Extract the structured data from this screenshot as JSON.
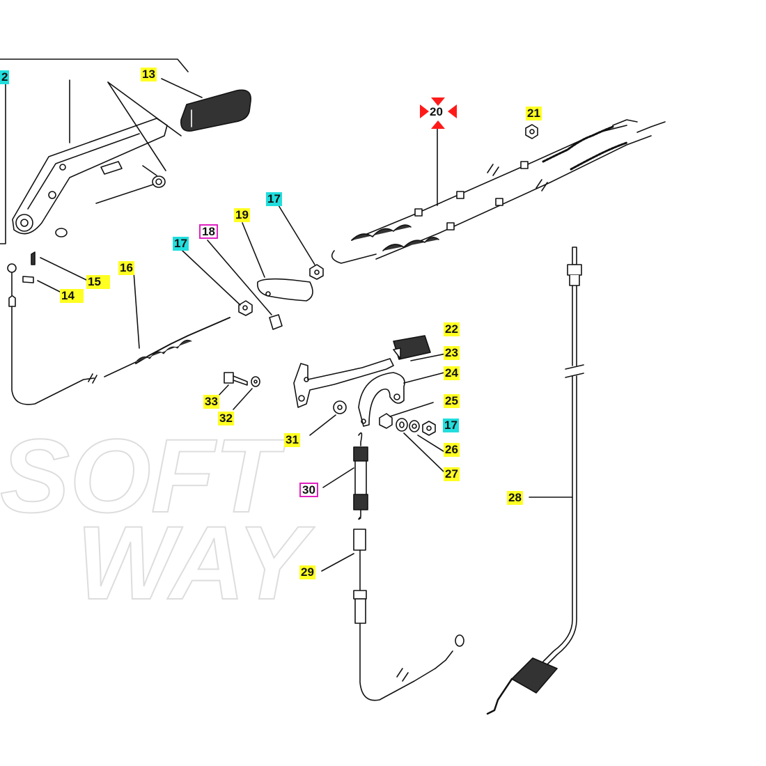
{
  "diagram": {
    "watermark": {
      "line1": "SOFT",
      "line2": "WAY"
    },
    "colors": {
      "label_yellow": "#ffff22",
      "label_cyan": "#22dddd",
      "label_box_border": "#e020c0",
      "marker_red": "#ff1a1a",
      "line": "#111111"
    },
    "labels": [
      {
        "id": "p12",
        "text": "2",
        "style": "cyan"
      },
      {
        "id": "p13",
        "text": "13",
        "style": "yellow"
      },
      {
        "id": "p14",
        "text": "14",
        "style": "yellow"
      },
      {
        "id": "p15",
        "text": "15",
        "style": "yellow"
      },
      {
        "id": "p16",
        "text": "16",
        "style": "yellow"
      },
      {
        "id": "p17a",
        "text": "17",
        "style": "cyan"
      },
      {
        "id": "p17b",
        "text": "17",
        "style": "cyan"
      },
      {
        "id": "p17c",
        "text": "17",
        "style": "cyan"
      },
      {
        "id": "p18",
        "text": "18",
        "style": "boxed"
      },
      {
        "id": "p19",
        "text": "19",
        "style": "yellow"
      },
      {
        "id": "p20",
        "text": "20",
        "style": "red-arrows"
      },
      {
        "id": "p21",
        "text": "21",
        "style": "yellow"
      },
      {
        "id": "p22",
        "text": "22",
        "style": "yellow"
      },
      {
        "id": "p23",
        "text": "23",
        "style": "yellow"
      },
      {
        "id": "p24",
        "text": "24",
        "style": "yellow"
      },
      {
        "id": "p25",
        "text": "25",
        "style": "yellow"
      },
      {
        "id": "p26",
        "text": "26",
        "style": "yellow"
      },
      {
        "id": "p27",
        "text": "27",
        "style": "yellow"
      },
      {
        "id": "p28",
        "text": "28",
        "style": "yellow"
      },
      {
        "id": "p29",
        "text": "29",
        "style": "yellow"
      },
      {
        "id": "p30",
        "text": "30",
        "style": "boxed"
      },
      {
        "id": "p31",
        "text": "31",
        "style": "yellow"
      },
      {
        "id": "p32",
        "text": "32",
        "style": "yellow"
      },
      {
        "id": "p33",
        "text": "33",
        "style": "yellow"
      }
    ]
  }
}
